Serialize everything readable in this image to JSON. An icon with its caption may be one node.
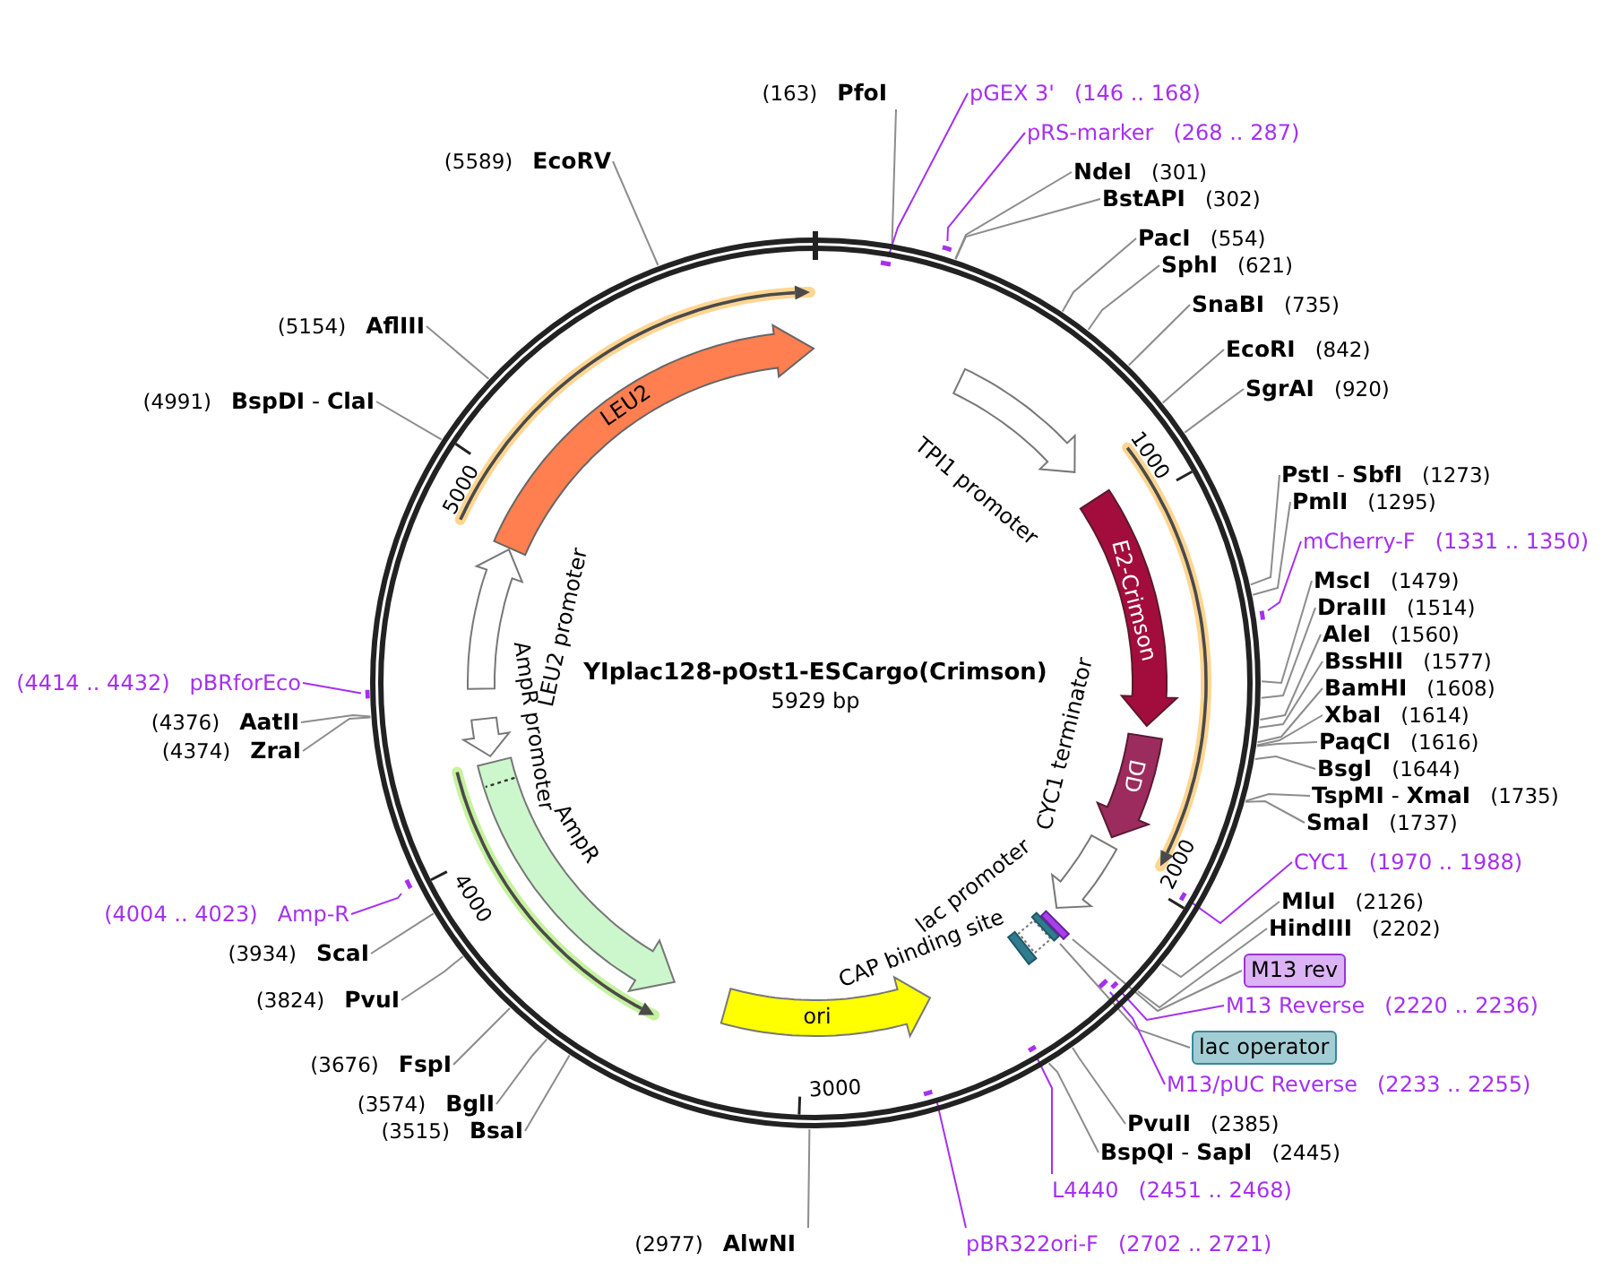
{
  "diagram": {
    "title": "YIplac128-pOst1-ESCargo(Crimson)",
    "nodes": [
      {
        "text": [],
        "shape": "circle"
      },
      {
        "text": [
          "LEU2"
        ],
        "in": 0
      },
      {
        "text": [
          "TPI1 promoter"
        ],
        "in": 0
      },
      {
        "text": [
          "E2-Crimson"
        ],
        "in": 0
      },
      {
        "text": [
          "LEU2 promoter"
        ],
        "in": 0
      },
      {
        "text": [
          "AmpR promoter"
        ],
        "in": 0
      },
      {
        "text": [
          "DD"
        ],
        "in": 0
      },
      {
        "text": [
          "CYC1 terminator"
        ],
        "in": 0
      },
      {
        "text": [
          "lac promoter"
        ],
        "in": 0
      },
      {
        "text": [
          "CAP binding site"
        ],
        "in": 0
      },
      {
        "text": [],
        "shape": "box",
        "in": 0
      },
      {
        "text": [],
        "shape": "box",
        "in": 0
      },
      {
        "text": [
          "AmpR"
        ],
        "in": 0
      },
      {
        "text": [
          "ori"
        ],
        "in": 0
      },
      {
        "text": [
          "(163)",
          "PfoI"
        ]
      },
      {
        "text": [
          "pGEX 3'",
          "(146 .. 168)"
        ]
      },
      {
        "text": [
          "pRS-marker",
          "(268 .. 287)"
        ]
      },
      {
        "text": [
          "NdeI",
          "(301)"
        ]
      },
      {
        "text": [
          "BstAPI",
          "(302)"
        ]
      },
      {
        "text": [
          "PacI",
          "(554)"
        ]
      },
      {
        "text": [
          "SphI",
          "(621)"
        ]
      },
      {
        "text": [
          "SnaBI",
          "(735)"
        ]
      },
      {
        "text": [
          "EcoRI",
          "(842)"
        ]
      },
      {
        "text": [
          "SgrAI",
          "(920)"
        ]
      },
      {
        "text": [
          "**PstI** - **SbfI**",
          "(1273)"
        ]
      },
      {
        "text": [
          "PmlI",
          "(1295)"
        ]
      },
      {
        "text": [
          "mCherry-F",
          "(1331 .. 1350)"
        ]
      },
      {
        "text": [
          "MscI",
          "(1479)"
        ]
      },
      {
        "text": [
          "DraIII",
          "(1514)"
        ]
      },
      {
        "text": [
          "AleI",
          "(1560)"
        ]
      },
      {
        "text": [
          "BssHII",
          "(1577)"
        ]
      },
      {
        "text": [
          "BamHI",
          "(1608)"
        ]
      },
      {
        "text": [
          "XbaI",
          "(1614)"
        ]
      },
      {
        "text": [
          "PaqCI",
          "(1616)"
        ]
      },
      {
        "text": [
          "BsgI",
          "(1644)"
        ]
      },
      {
        "text": [
          "**TspMI** - **XmaI**",
          "(1735)"
        ]
      },
      {
        "text": [
          "SmaI",
          "(1737)"
        ]
      },
      {
        "text": [
          "CYC1",
          "(1970 .. 1988)"
        ]
      },
      {
        "text": [
          "MluI",
          "(2126)"
        ]
      },
      {
        "text": [
          "HindIII",
          "(2202)"
        ]
      },
      {
        "text": [
          "M13 rev"
        ]
      },
      {
        "text": [
          "M13 Reverse",
          "(2220 .. 2236)"
        ]
      },
      {
        "text": [
          "lac operator"
        ]
      },
      {
        "text": [
          "M13/pUC Reverse",
          "(2233 .. 2255)"
        ]
      },
      {
        "text": [
          "PvuII",
          "(2385)"
        ]
      },
      {
        "text": [
          "**BspQI** - **SapI**",
          "(2445)"
        ]
      },
      {
        "text": [
          "L4440",
          "(2451 .. 2468)"
        ]
      },
      {
        "text": [
          "pBR322ori-F",
          "(2702 .. 2721)"
        ]
      },
      {
        "text": [
          "(2977)",
          "AlwNI"
        ]
      },
      {
        "text": [
          "(3515)",
          "BsaI"
        ]
      },
      {
        "text": [
          "(3574)",
          "BglI"
        ]
      },
      {
        "text": [
          "(3676)",
          "FspI"
        ]
      },
      {
        "text": [
          "(3824)",
          "PvuI"
        ]
      },
      {
        "text": [
          "(3934)",
          "ScaI"
        ]
      },
      {
        "text": [
          "(4004 .. 4023)",
          "Amp-R"
        ]
      },
      {
        "text": [
          "(4374)",
          "ZraI"
        ]
      },
      {
        "text": [
          "(4376)",
          "AatII"
        ]
      },
      {
        "text": [
          "(4414 .. 4432)",
          "pBRforEco"
        ]
      },
      {
        "text": [
          "(4991)",
          "**BspDI** - **ClaI**"
        ]
      },
      {
        "text": [
          "(5154)",
          "AflIII"
        ]
      },
      {
        "text": [
          "(5589)",
          "EcoRV"
        ]
      },
      {
        "text": [],
        "shape": "bar",
        "in": 0
      },
      {
        "text": [],
        "shape": "bar",
        "in": 0
      },
      {
        "text": [],
        "shape": "bar",
        "in": 0
      },
      {
        "text": [],
        "shape": "bar",
        "in": 0
      },
      {
        "text": [],
        "shape": "bar",
        "in": 0
      },
      {
        "text": [],
        "shape": "bar",
        "in": 0
      },
      {
        "text": [],
        "shape": "bar",
        "in": 0
      },
      {
        "text": [],
        "shape": "bar",
        "in": 0
      },
      {
        "text": [],
        "shape": "bar",
        "in": 0
      },
      {
        "text": [],
        "shape": "bar",
        "in": 0
      }
    ],
    "edges": [
      {
        "from": 14,
        "to": 0,
        "arrow": "none"
      },
      {
        "from": 15,
        "to": 61,
        "arrow": "none",
        "color": "#a530f0"
      },
      {
        "from": 16,
        "to": 62,
        "arrow": "none",
        "color": "#a530f0"
      },
      {
        "from": 17,
        "to": 0,
        "arrow": "none"
      },
      {
        "from": 18,
        "to": 0,
        "arrow": "none"
      },
      {
        "from": 19,
        "to": 0,
        "arrow": "none"
      },
      {
        "from": 20,
        "to": 0,
        "arrow": "none"
      },
      {
        "from": 21,
        "to": 0,
        "arrow": "none"
      },
      {
        "from": 22,
        "to": 0,
        "arrow": "none"
      },
      {
        "from": 23,
        "to": 0,
        "arrow": "none"
      },
      {
        "from": 24,
        "to": 0,
        "arrow": "none"
      },
      {
        "from": 25,
        "to": 0,
        "arrow": "none"
      },
      {
        "from": 26,
        "to": 63,
        "arrow": "none",
        "color": "#a530f0"
      },
      {
        "from": 27,
        "to": 0,
        "arrow": "none"
      },
      {
        "from": 28,
        "to": 0,
        "arrow": "none"
      },
      {
        "from": 29,
        "to": 0,
        "arrow": "none"
      },
      {
        "from": 30,
        "to": 0,
        "arrow": "none"
      },
      {
        "from": 31,
        "to": 0,
        "arrow": "none"
      },
      {
        "from": 32,
        "to": 0,
        "arrow": "none"
      },
      {
        "from": 33,
        "to": 0,
        "arrow": "none"
      },
      {
        "from": 34,
        "to": 0,
        "arrow": "none"
      },
      {
        "from": 35,
        "to": 0,
        "arrow": "none"
      },
      {
        "from": 36,
        "to": 0,
        "arrow": "none"
      },
      {
        "from": 37,
        "to": 64,
        "arrow": "none",
        "color": "#a530f0"
      },
      {
        "from": 38,
        "to": 0,
        "arrow": "none"
      },
      {
        "from": 39,
        "to": 0,
        "arrow": "none"
      },
      {
        "from": 40,
        "to": 11,
        "arrow": "none"
      },
      {
        "from": 41,
        "to": 65,
        "arrow": "none",
        "color": "#a530f0"
      },
      {
        "from": 42,
        "to": 10,
        "arrow": "none"
      },
      {
        "from": 43,
        "to": 66,
        "arrow": "none",
        "color": "#a530f0"
      },
      {
        "from": 44,
        "to": 0,
        "arrow": "none"
      },
      {
        "from": 45,
        "to": 0,
        "arrow": "none"
      },
      {
        "from": 46,
        "to": 67,
        "arrow": "none",
        "color": "#a530f0"
      },
      {
        "from": 47,
        "to": 68,
        "arrow": "none",
        "color": "#a530f0"
      },
      {
        "from": 48,
        "to": 0,
        "arrow": "none"
      },
      {
        "from": 49,
        "to": 0,
        "arrow": "none"
      },
      {
        "from": 50,
        "to": 0,
        "arrow": "none"
      },
      {
        "from": 51,
        "to": 0,
        "arrow": "none"
      },
      {
        "from": 52,
        "to": 0,
        "arrow": "none"
      },
      {
        "from": 53,
        "to": 0,
        "arrow": "none"
      },
      {
        "from": 54,
        "to": 69,
        "arrow": "none",
        "color": "#a530f0"
      },
      {
        "from": 55,
        "to": 0,
        "arrow": "none"
      },
      {
        "from": 56,
        "to": 0,
        "arrow": "none"
      },
      {
        "from": 57,
        "to": 70,
        "arrow": "none",
        "color": "#a530f0"
      },
      {
        "from": 58,
        "to": 0,
        "arrow": "none"
      },
      {
        "from": 59,
        "to": 0,
        "arrow": "none"
      },
      {
        "from": 60,
        "to": 0,
        "arrow": "none"
      }
    ],
    "labels": [
      "5929 bp",
      "1000",
      "2000",
      "3000",
      "4000",
      "5000"
    ]
  }
}
